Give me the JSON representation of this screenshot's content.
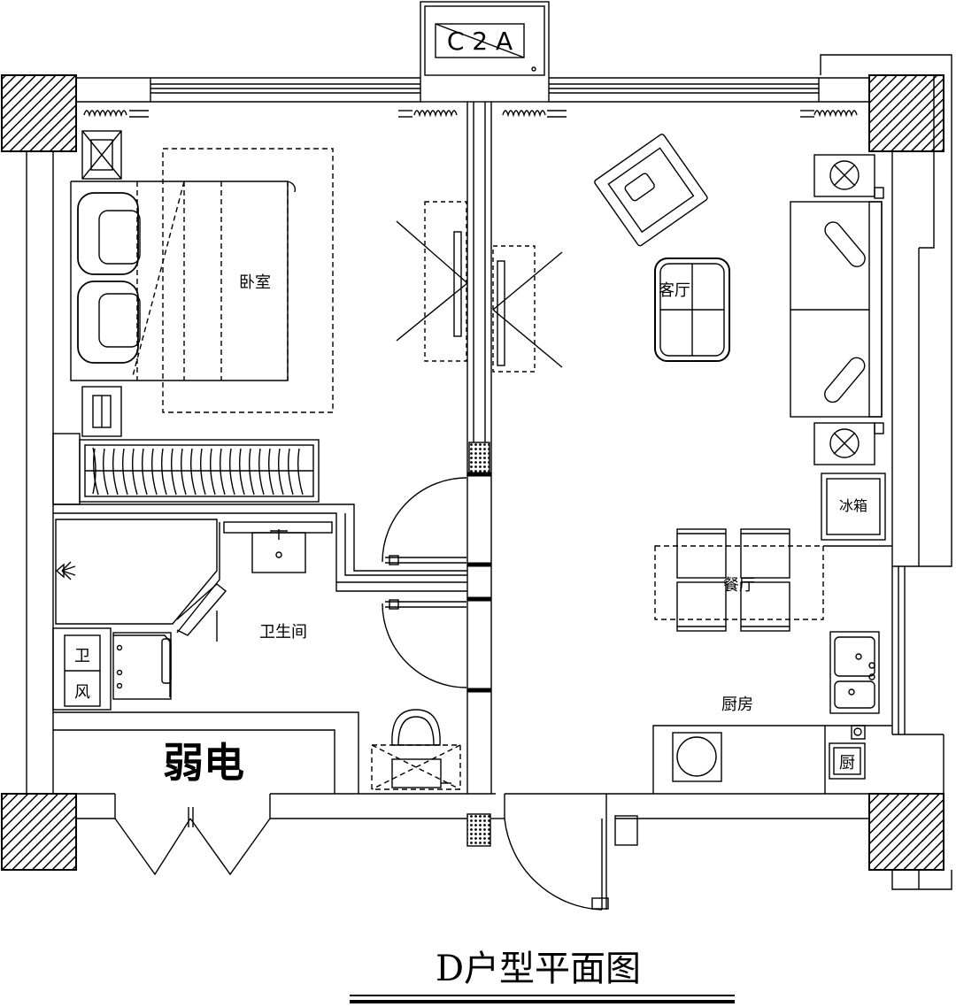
{
  "plan": {
    "title": "D户型平面图",
    "unit_tag": "C 2 A",
    "rooms": {
      "bedroom": "卧室",
      "living": "客厅",
      "fridge": "冰箱",
      "dining": "餐厅",
      "bathroom": "卫生间",
      "kitchen": "厨房",
      "weak_current": "弱电",
      "bath_vent_top": "卫",
      "bath_vent_bottom": "风",
      "kitchen_vent": "厨"
    },
    "colors": {
      "line": "#000000",
      "background": "#ffffff"
    }
  }
}
